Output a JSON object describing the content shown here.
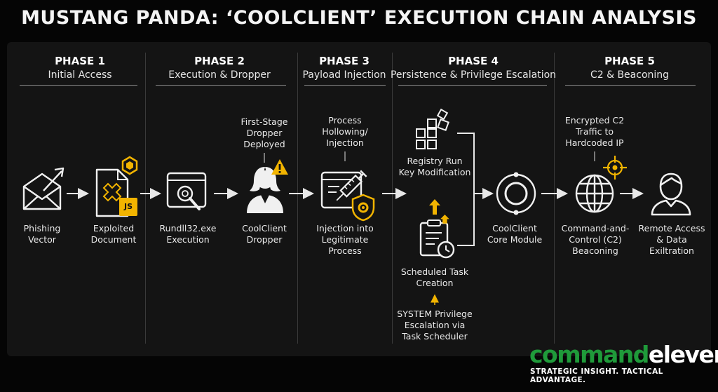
{
  "title": "MUSTANG PANDA: ‘COOLCLIENT’ EXECUTION CHAIN ANALYSIS",
  "phases": [
    {
      "number": "PHASE 1",
      "name": "Initial Access"
    },
    {
      "number": "PHASE 2",
      "name": "Execution & Dropper"
    },
    {
      "number": "PHASE 3",
      "name": "Payload Injection"
    },
    {
      "number": "PHASE 4",
      "name": "Persistence & Privilege Escalation"
    },
    {
      "number": "PHASE 5",
      "name": "C2 & Beaconing"
    }
  ],
  "nodes": {
    "phishing": {
      "label_1": "Phishing",
      "label_2": "Vector"
    },
    "exploited": {
      "label_1": "Exploited",
      "label_2": "Document",
      "badge": "JS"
    },
    "rundll": {
      "label_1": "Rundll32.exe",
      "label_2": "Execution"
    },
    "dropper": {
      "label_1": "CoolClient",
      "label_2": "Dropper",
      "callout_1": "First-Stage",
      "callout_2": "Dropper",
      "callout_3": "Deployed"
    },
    "injection": {
      "label_1": "Injection into",
      "label_2": "Legitimate",
      "label_3": "Process",
      "callout_1": "Process",
      "callout_2": "Hollowing/",
      "callout_3": "Injection"
    },
    "registry": {
      "label_1": "Registry Run",
      "label_2": "Key Modification"
    },
    "scheduled": {
      "label_1": "Scheduled Task",
      "label_2": "Creation"
    },
    "system": {
      "label_1": "SYSTEM Privilege",
      "label_2": "Escalation via",
      "label_3": "Task Scheduler"
    },
    "core": {
      "label_1": "CoolClient",
      "label_2": "Core Module"
    },
    "c2": {
      "label_1": "Command-and-",
      "label_2": "Control (C2)",
      "label_3": "Beaconing",
      "callout_1": "Encrypted C2",
      "callout_2": "Traffic to",
      "callout_3": "Hardcoded IP"
    },
    "remote": {
      "label_1": "Remote Access",
      "label_2": "& Data",
      "label_3": "Exiltration"
    }
  },
  "brand": {
    "part_1": "command",
    "part_2": "eleven",
    "tagline": "STRATEGIC INSIGHT. TACTICAL ADVANTAGE."
  },
  "colors": {
    "background": "#050505",
    "panel": "#141414",
    "accent": "#f2b400",
    "brand_green": "#1f9a3a"
  },
  "icons": [
    "envelope-icon",
    "document-icon",
    "hexagon-icon",
    "js-file-icon",
    "window-magnifier-icon",
    "person-icon",
    "warning-icon",
    "window-syringe-icon",
    "shield-gear-icon",
    "registry-blocks-icon",
    "arrow-up-icon",
    "clipboard-clock-icon",
    "core-module-icon",
    "globe-icon",
    "target-icon",
    "user-icon"
  ]
}
